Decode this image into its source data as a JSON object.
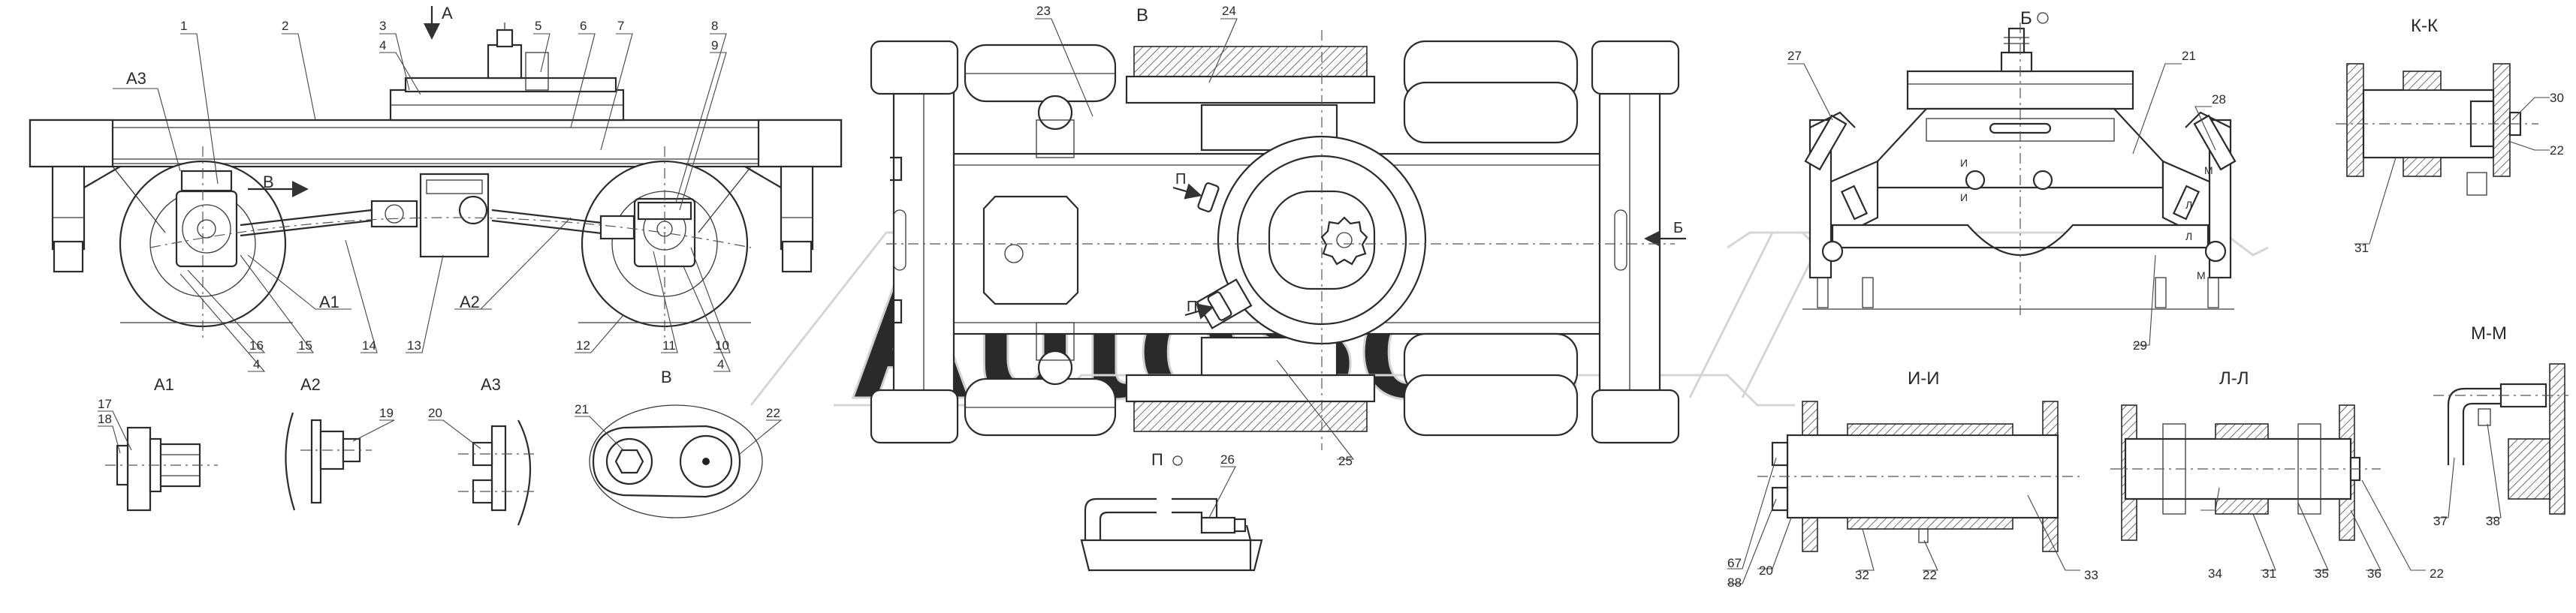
{
  "watermark": "AutoSoft",
  "views": {
    "side": {
      "label": "А",
      "callouts": [
        "1",
        "2",
        "3",
        "4",
        "5",
        "6",
        "7",
        "8",
        "9",
        "10",
        "4",
        "11",
        "12",
        "13",
        "14",
        "15",
        "16",
        "4"
      ],
      "section_marks": [
        "А3",
        "В",
        "А1",
        "А2"
      ]
    },
    "top": {
      "label": "В",
      "callouts": [
        "23",
        "24",
        "25"
      ],
      "section_marks": [
        "П",
        "П",
        "Б"
      ]
    },
    "end": {
      "label": "Б",
      "callouts": [
        "27",
        "21",
        "28",
        "29"
      ],
      "section_marks": [
        "И",
        "И",
        "Л",
        "Л",
        "М",
        "М"
      ]
    },
    "kk": {
      "title": "К-К",
      "callouts": [
        "30",
        "22",
        "31"
      ]
    },
    "a1": {
      "title": "А1",
      "callouts": [
        "17",
        "18"
      ]
    },
    "a2": {
      "title": "А2",
      "callouts": [
        "19"
      ]
    },
    "a3": {
      "title": "А3",
      "callouts": [
        "20"
      ]
    },
    "v": {
      "title": "В",
      "callouts": [
        "21",
        "22"
      ]
    },
    "p": {
      "title": "П",
      "callouts": [
        "26"
      ]
    },
    "ii": {
      "title": "И-И",
      "callouts": [
        "67",
        "88",
        "20",
        "32",
        "22",
        "33"
      ]
    },
    "ll": {
      "title": "Л-Л",
      "callouts": [
        "34",
        "31",
        "35",
        "36",
        "22"
      ]
    },
    "mm": {
      "title": "М-М",
      "callouts": [
        "37",
        "38"
      ]
    }
  }
}
